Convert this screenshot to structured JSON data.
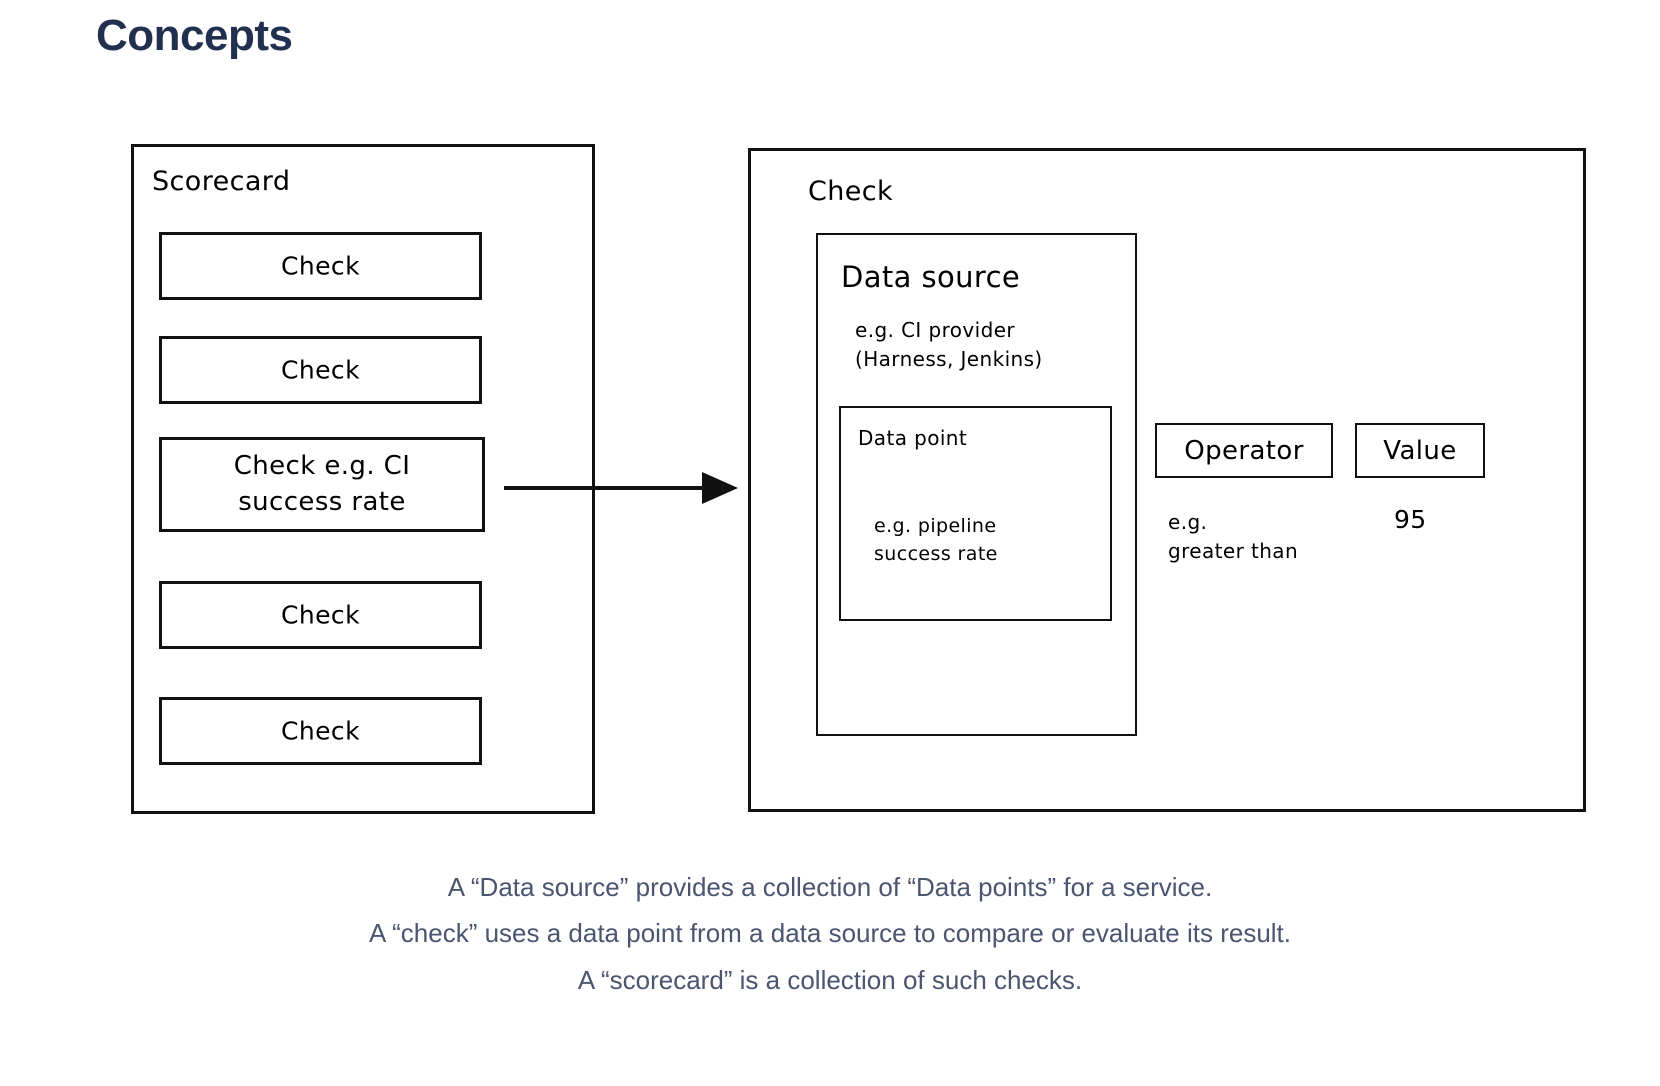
{
  "page": {
    "title": "Concepts",
    "title_color": "#22304f",
    "background": "#ffffff",
    "stroke_color": "#111111"
  },
  "scorecard": {
    "title": "Scorecard",
    "checks": [
      {
        "label": "Check"
      },
      {
        "label": "Check"
      },
      {
        "label": "Check e.g. CI\nsuccess rate"
      },
      {
        "label": "Check"
      },
      {
        "label": "Check"
      }
    ]
  },
  "arrow": {
    "name": "arrow-scorecard-to-check",
    "direction": "right"
  },
  "check": {
    "title": "Check",
    "data_source": {
      "title": "Data source",
      "note": "e.g. CI provider\n(Harness, Jenkins)",
      "data_point": {
        "title": "Data point",
        "note": "e.g. pipeline\nsuccess rate"
      }
    },
    "operator": {
      "label": "Operator",
      "note": "e.g.\ngreater than"
    },
    "value": {
      "label": "Value",
      "number": "95"
    }
  },
  "caption": {
    "color": "#4b5570",
    "lines": [
      "A “Data source” provides a collection of “Data points” for a service.",
      "A “check” uses a data point from a data source to compare or evaluate its result.",
      "A “scorecard” is a collection of such checks."
    ]
  }
}
